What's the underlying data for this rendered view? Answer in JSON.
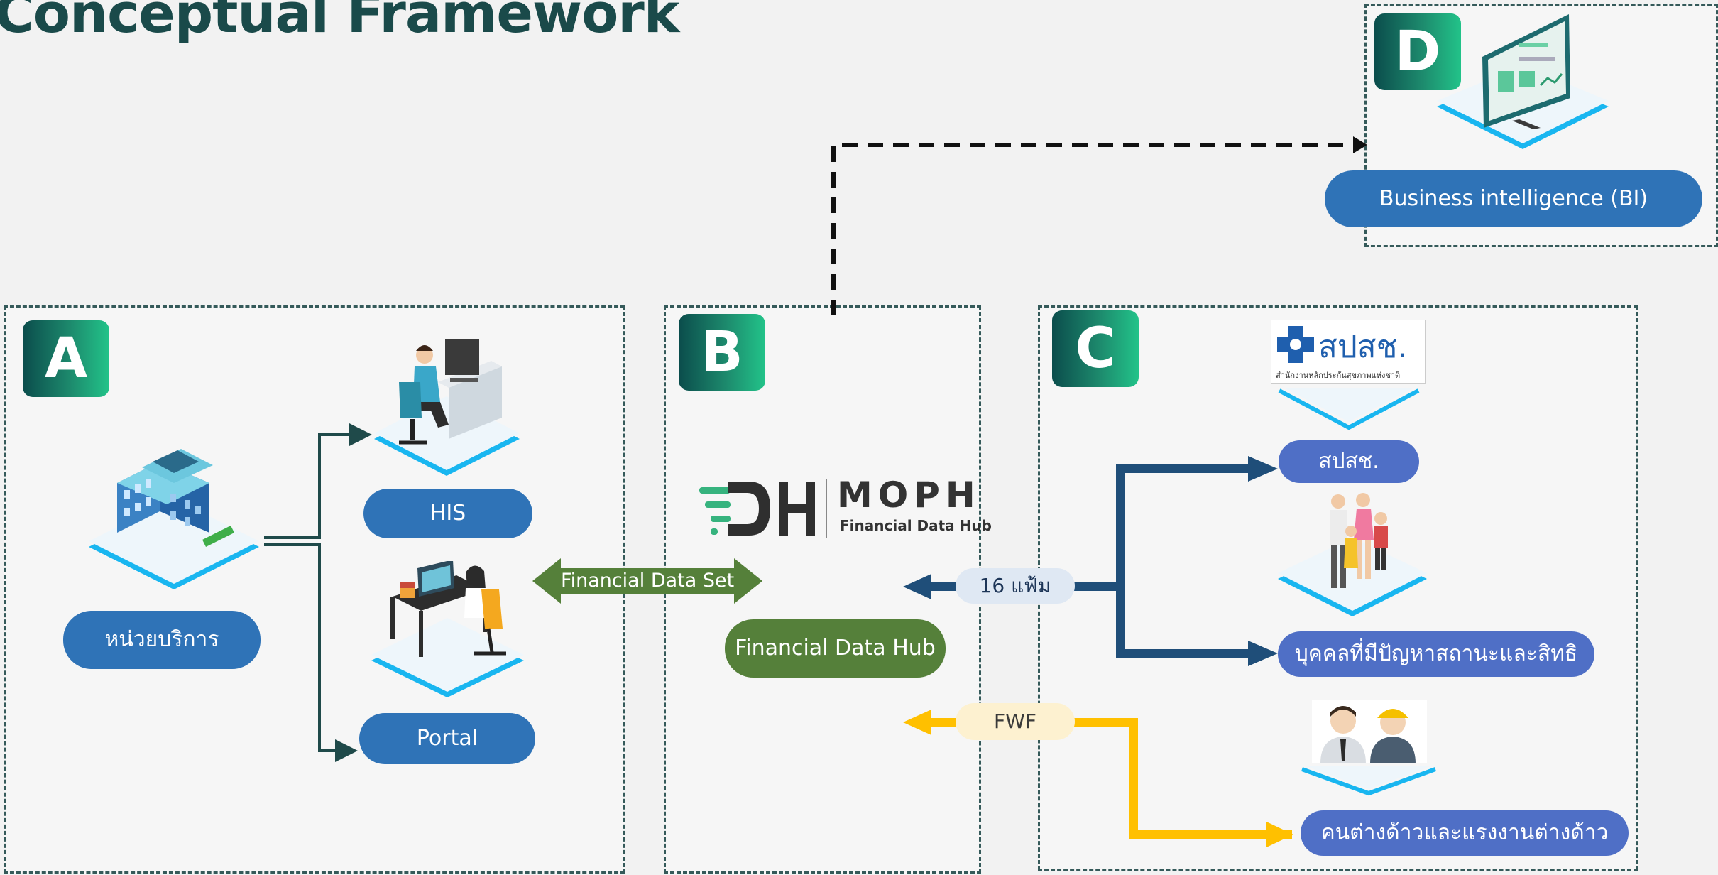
{
  "title": "Conceptual Framework",
  "panels": {
    "a": {
      "badge": "A"
    },
    "b": {
      "badge": "B"
    },
    "c": {
      "badge": "C"
    },
    "d": {
      "badge": "D"
    }
  },
  "labels": {
    "service_unit": "หน่วยบริการ",
    "his": "HIS",
    "portal": "Portal",
    "financial_data_set": "Financial Data Set",
    "financial_data_hub": "Financial Data Hub",
    "sixteen_files": "16 แฟ้ม",
    "fwf": "FWF",
    "nhso": "สปสช.",
    "stateless_persons": "บุคคลที่มีปัญหาสถานะและสิทธิ",
    "foreign_workers": "คนต่างด้าวและแรงงานต่างด้าว",
    "bi": "Business intelligence (BI)"
  },
  "logos": {
    "fdh_mark": "DH",
    "moph_text": "MOPH",
    "moph_sub": "Financial Data Hub",
    "nhso_text": "สปสช.",
    "nhso_sub": "สำนักงานหลักประกันสุขภาพแห่งชาติ"
  },
  "colors": {
    "title": "#1a4a4a",
    "pill_blue": "#2f73b7",
    "pill_indigo": "#4f6fc6",
    "pill_green": "#55803a",
    "navy_arrow": "#1f4e79",
    "yellow_arrow": "#ffc000",
    "badge_dark": "#0b4d4c",
    "badge_light": "#22c389"
  }
}
